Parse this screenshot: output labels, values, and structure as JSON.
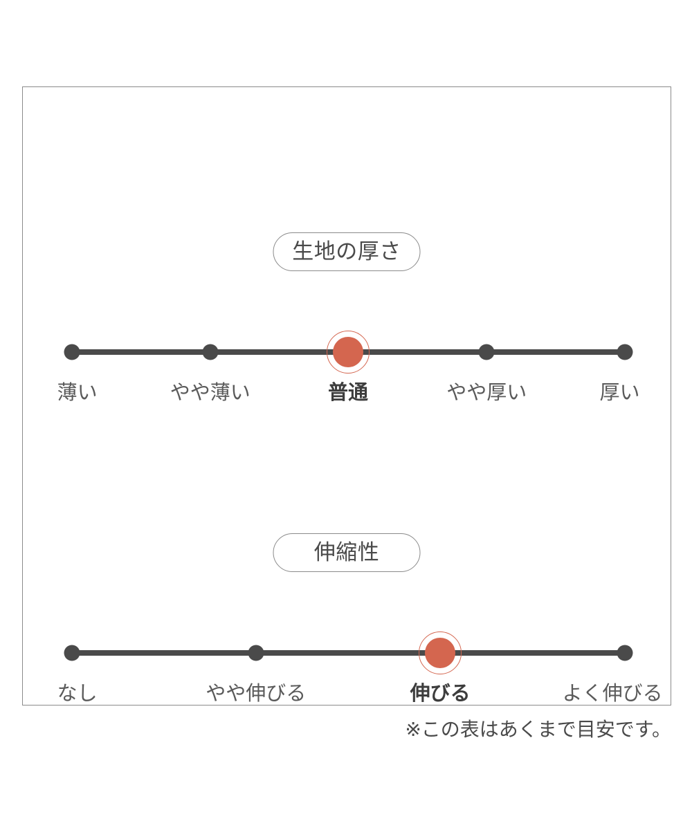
{
  "panel": {
    "scales": [
      {
        "id": "fabric-thickness",
        "title": "生地の厚さ",
        "selected_index": 2,
        "options": [
          {
            "label": "薄い",
            "selected": false
          },
          {
            "label": "やや薄い",
            "selected": false
          },
          {
            "label": "普通",
            "selected": true
          },
          {
            "label": "やや厚い",
            "selected": false
          },
          {
            "label": "厚い",
            "selected": false
          }
        ]
      },
      {
        "id": "stretchiness",
        "title": "伸縮性",
        "selected_index": 2,
        "options": [
          {
            "label": "なし",
            "selected": false
          },
          {
            "label": "やや伸びる",
            "selected": false
          },
          {
            "label": "伸びる",
            "selected": true
          },
          {
            "label": "よく伸びる",
            "selected": false
          }
        ]
      }
    ]
  },
  "footnote": "※この表はあくまで目安です。",
  "colors": {
    "selected_marker": "#d4664f",
    "marker": "#4a4a4a",
    "track": "#4a4a4a",
    "border": "#8a8a8a",
    "text": "#4a4a4a",
    "background": "#ffffff"
  }
}
